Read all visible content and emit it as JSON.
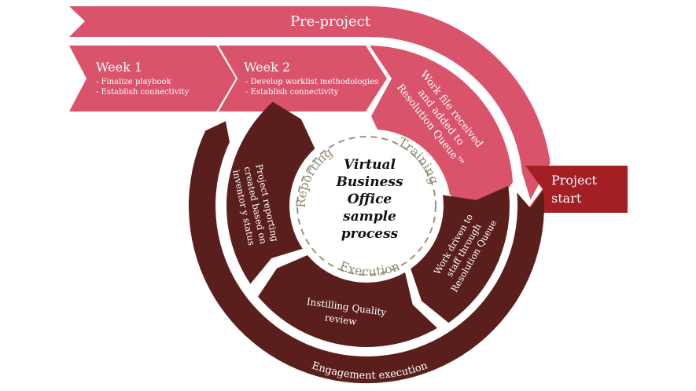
{
  "colors": {
    "pink": "#d9536b",
    "dark_maroon": "#5a1f1c",
    "project_start_red": "#a31f24",
    "dashed_circle": "#9a9378",
    "background": "#ffffff"
  },
  "pre_project": {
    "label": "Pre-project"
  },
  "week1": {
    "title": "Week 1",
    "items": [
      "- Finalize playbook",
      "- Establish connectivity"
    ]
  },
  "week2": {
    "title": "Week 2",
    "items": [
      "- Develop worklist methodologies",
      "- Establish connectivity"
    ]
  },
  "work_file": {
    "lines": [
      "Work file received",
      "and added to",
      "Resolution Queue™"
    ]
  },
  "project_start": {
    "lines": [
      "Project",
      "start"
    ]
  },
  "center": {
    "lines": [
      "Virtual",
      "Business",
      "Office",
      "sample",
      "process"
    ]
  },
  "ring_labels": {
    "reporting": "Reporting",
    "training": "Training",
    "execution": "Execution"
  },
  "reporting_segment": {
    "lines": [
      "Project reporting",
      "created based on",
      "inventor y status"
    ]
  },
  "quality_segment": {
    "lines": [
      "Instilling Quality",
      "review"
    ]
  },
  "work_driven_segment": {
    "lines": [
      "Work driven to",
      "staff through",
      "Resolution Queue"
    ]
  },
  "engagement": {
    "label": "Engagement execution"
  }
}
